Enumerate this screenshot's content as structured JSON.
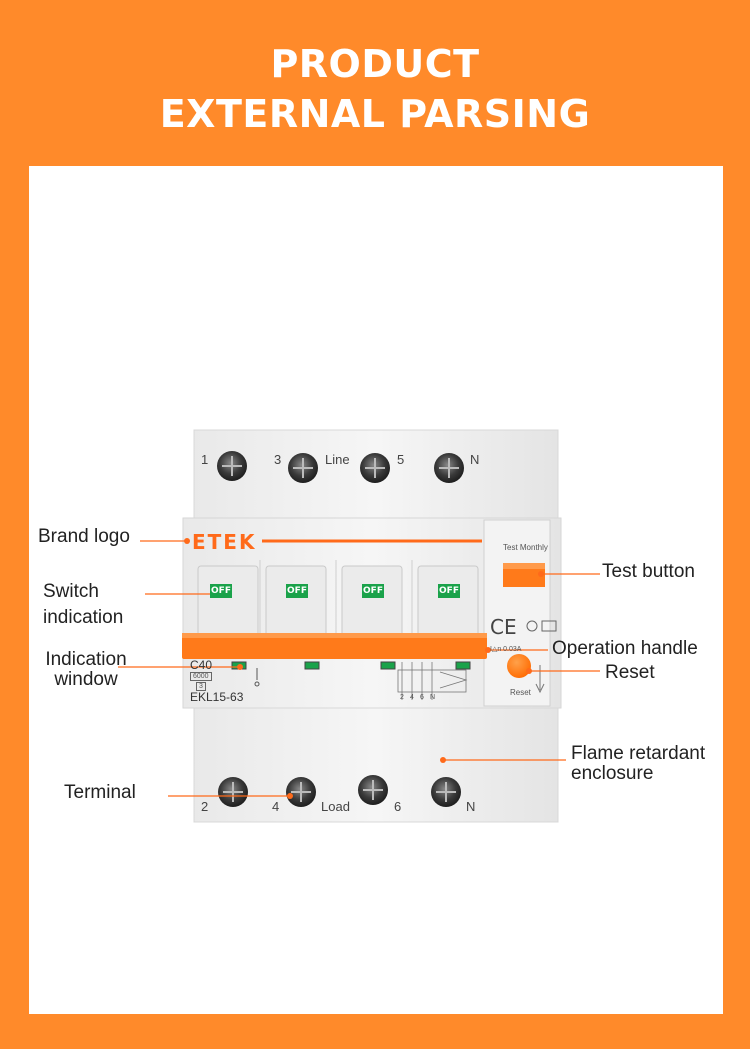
{
  "header": {
    "title_line1": "PRODUCT",
    "title_line2": "EXTERNAL PARSING"
  },
  "product": {
    "brand": "ETEK",
    "model": "EKL15-63",
    "rating": "C40",
    "breaking_capacity": "6000",
    "class": "3",
    "sensitivity": "I△n 0.03A",
    "test_label": "Test Monthly",
    "reset_label": "Reset",
    "switch_state": "OFF",
    "top_terminals": [
      "1",
      "3",
      "5",
      "N"
    ],
    "top_group_label": "Line",
    "bottom_terminals": [
      "2",
      "4",
      "6",
      "N"
    ],
    "bottom_group_label": "Load",
    "diagram_numbers": [
      "2",
      "4",
      "6",
      "N"
    ]
  },
  "callouts": {
    "brand_logo": "Brand logo",
    "switch_indication_1": "Switch",
    "switch_indication_2": "indication",
    "indication_window_1": "Indication",
    "indication_window_2": "window",
    "terminal": "Terminal",
    "test_button": "Test button",
    "operation_handle": "Operation handle",
    "reset": "Reset",
    "flame_1": "Flame retardant",
    "flame_2": "enclosure"
  },
  "colors": {
    "background": "#ff8a2a",
    "accent": "#ff7a1a",
    "indicator": "#1aa24a"
  }
}
